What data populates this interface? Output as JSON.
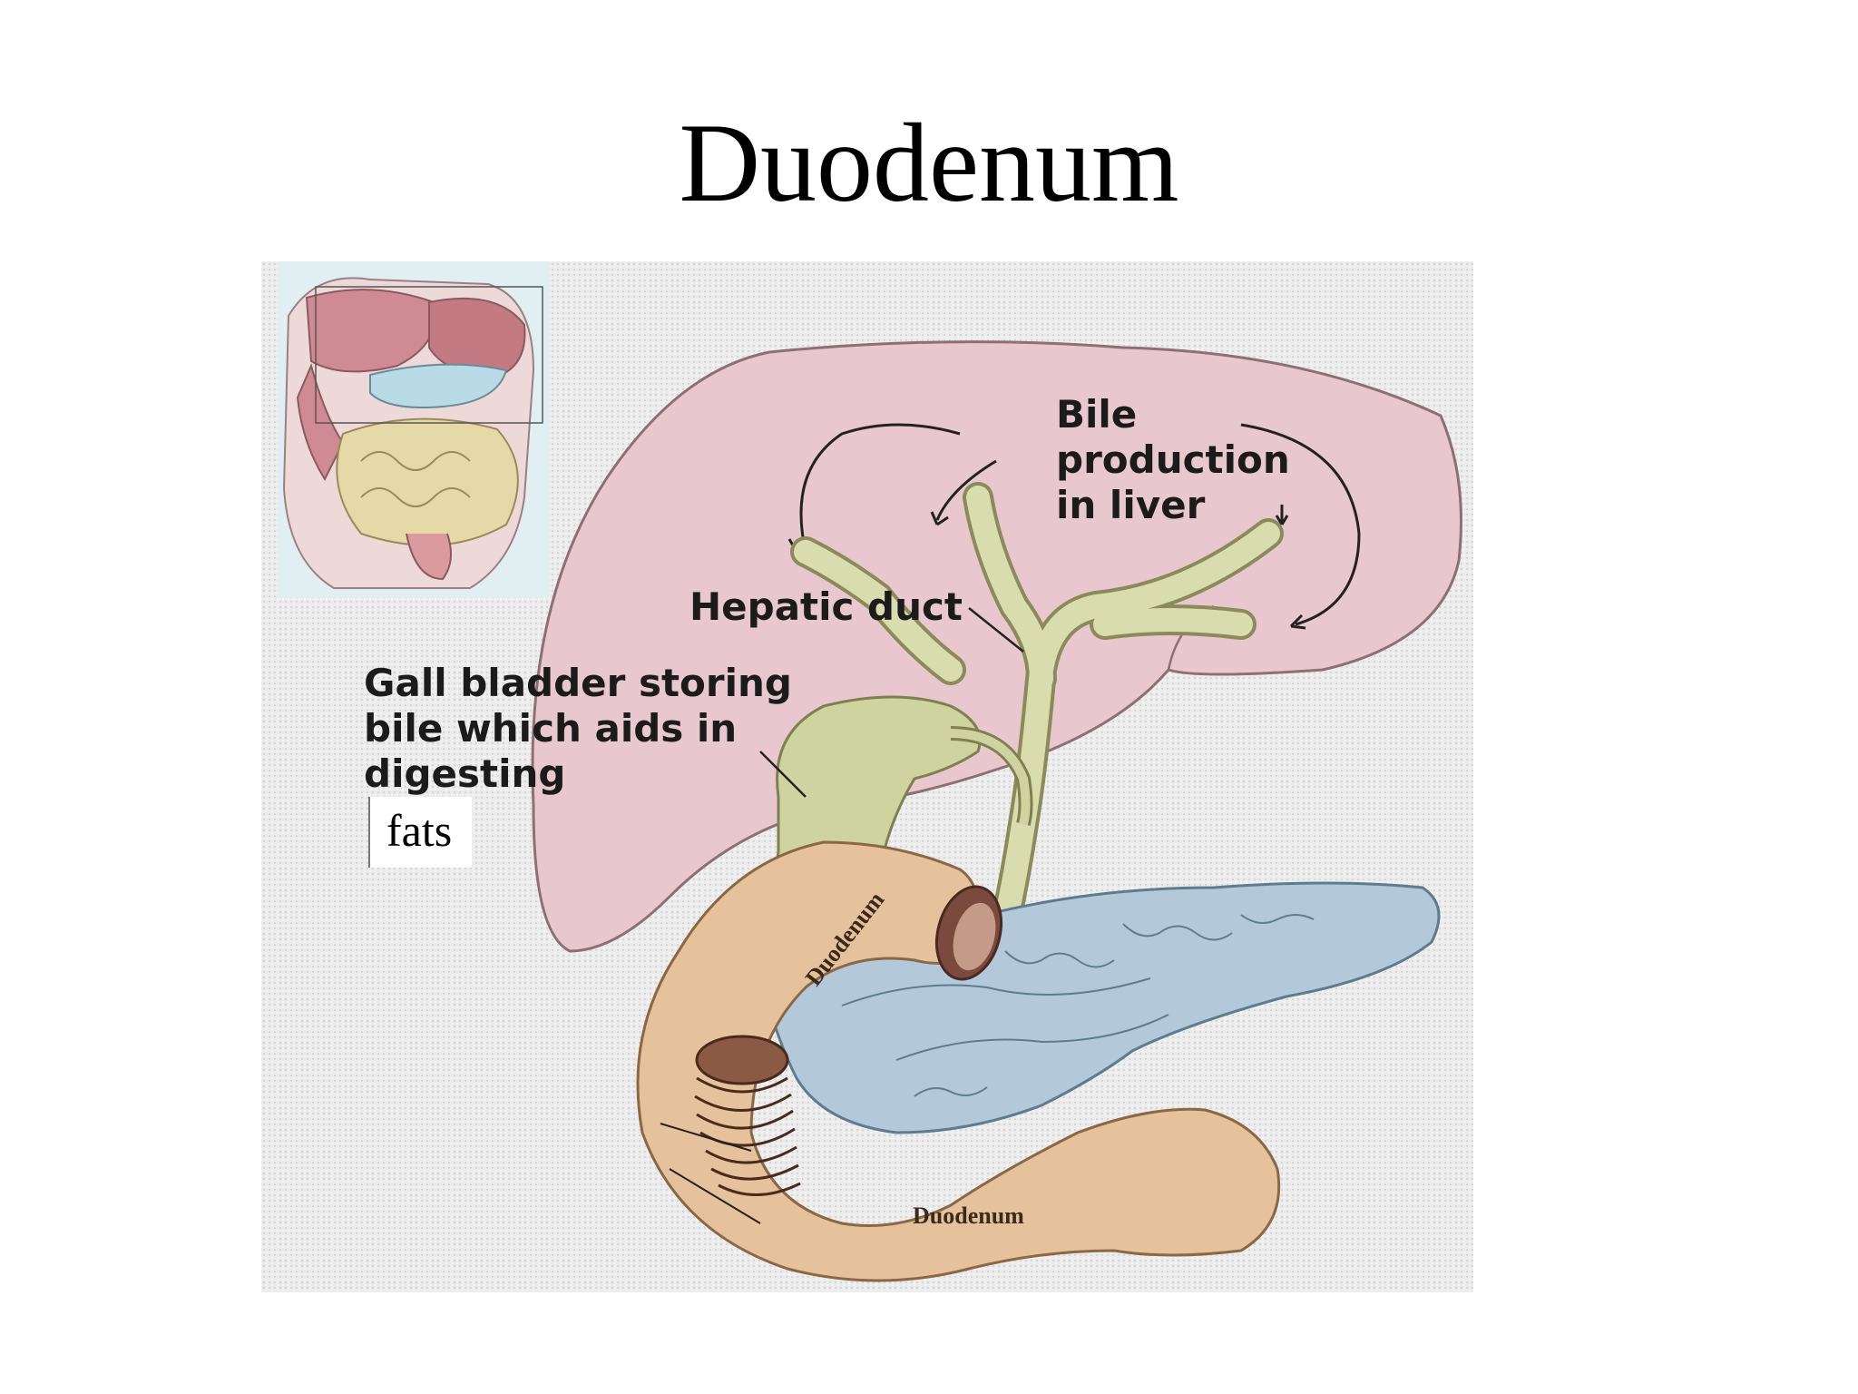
{
  "title": "Duodenum",
  "labels": {
    "bile_line1": "Bile",
    "bile_line2": "production",
    "bile_line3": "in liver",
    "hepatic_duct": "Hepatic duct",
    "gall_line1": "Gall bladder storing",
    "gall_line2": "bile which aids in",
    "gall_line3": "digesting",
    "fats": "fats",
    "duodenum_upper": "Duodenum",
    "duodenum_lower": "Duodenum"
  },
  "colors": {
    "liver": "#e9c9cf",
    "gall_bladder": "#cfd3a0",
    "duct": "#d9dcae",
    "duodenum": "#e6c29c",
    "pancreas": "#b3c9d9",
    "intestine": "#e6d9a8"
  }
}
